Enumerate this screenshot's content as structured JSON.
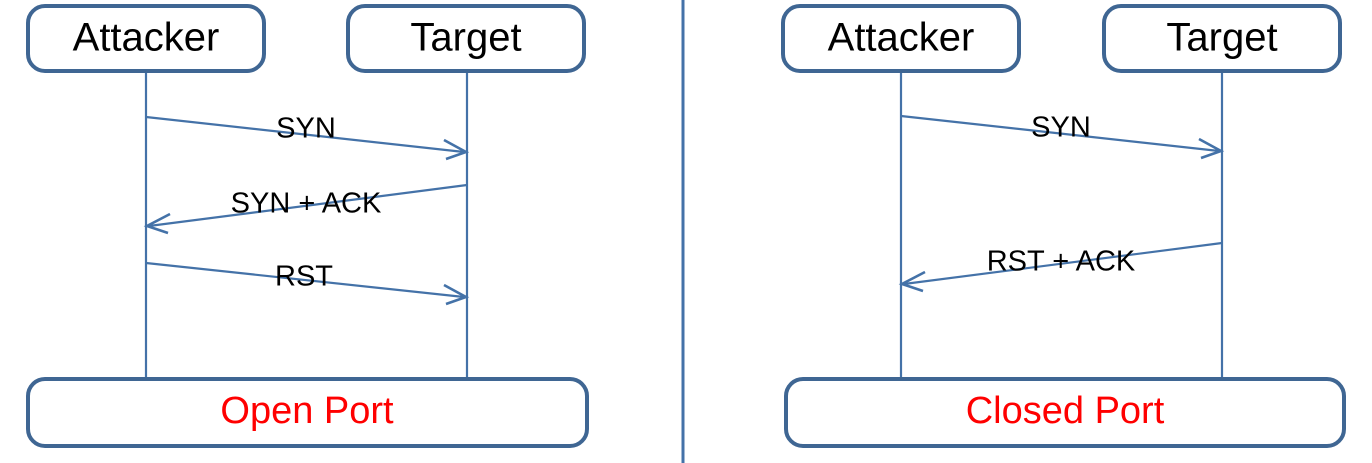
{
  "figure": {
    "kind": "sequence-diagram",
    "panel_count": 2,
    "divider": {
      "present": true,
      "color": "#4472A8"
    }
  },
  "colors": {
    "box_border": "#3F6693",
    "box_fill": "#FFFFFF",
    "lifeline": "#4472A8",
    "arrow": "#4472A8",
    "message_text": "#000000",
    "actor_text": "#000000",
    "verdict_text": "#FF0000",
    "background": "#FFFFFF"
  },
  "panels": [
    {
      "id": "open-port-panel",
      "actors": [
        {
          "id": "attacker",
          "label": "Attacker"
        },
        {
          "id": "target",
          "label": "Target"
        }
      ],
      "messages": [
        {
          "id": "msg-syn",
          "label": "SYN",
          "from": "attacker",
          "to": "target",
          "direction": "right"
        },
        {
          "id": "msg-syn-ack",
          "label": "SYN + ACK",
          "from": "target",
          "to": "attacker",
          "direction": "left"
        },
        {
          "id": "msg-rst",
          "label": "RST",
          "from": "attacker",
          "to": "target",
          "direction": "right"
        }
      ],
      "verdict": {
        "id": "verdict-open",
        "label": "Open Port"
      }
    },
    {
      "id": "closed-port-panel",
      "actors": [
        {
          "id": "attacker",
          "label": "Attacker"
        },
        {
          "id": "target",
          "label": "Target"
        }
      ],
      "messages": [
        {
          "id": "msg-syn",
          "label": "SYN",
          "from": "attacker",
          "to": "target",
          "direction": "right"
        },
        {
          "id": "msg-rst-ack",
          "label": "RST + ACK",
          "from": "target",
          "to": "attacker",
          "direction": "left"
        }
      ],
      "verdict": {
        "id": "verdict-closed",
        "label": "Closed Port"
      }
    }
  ]
}
